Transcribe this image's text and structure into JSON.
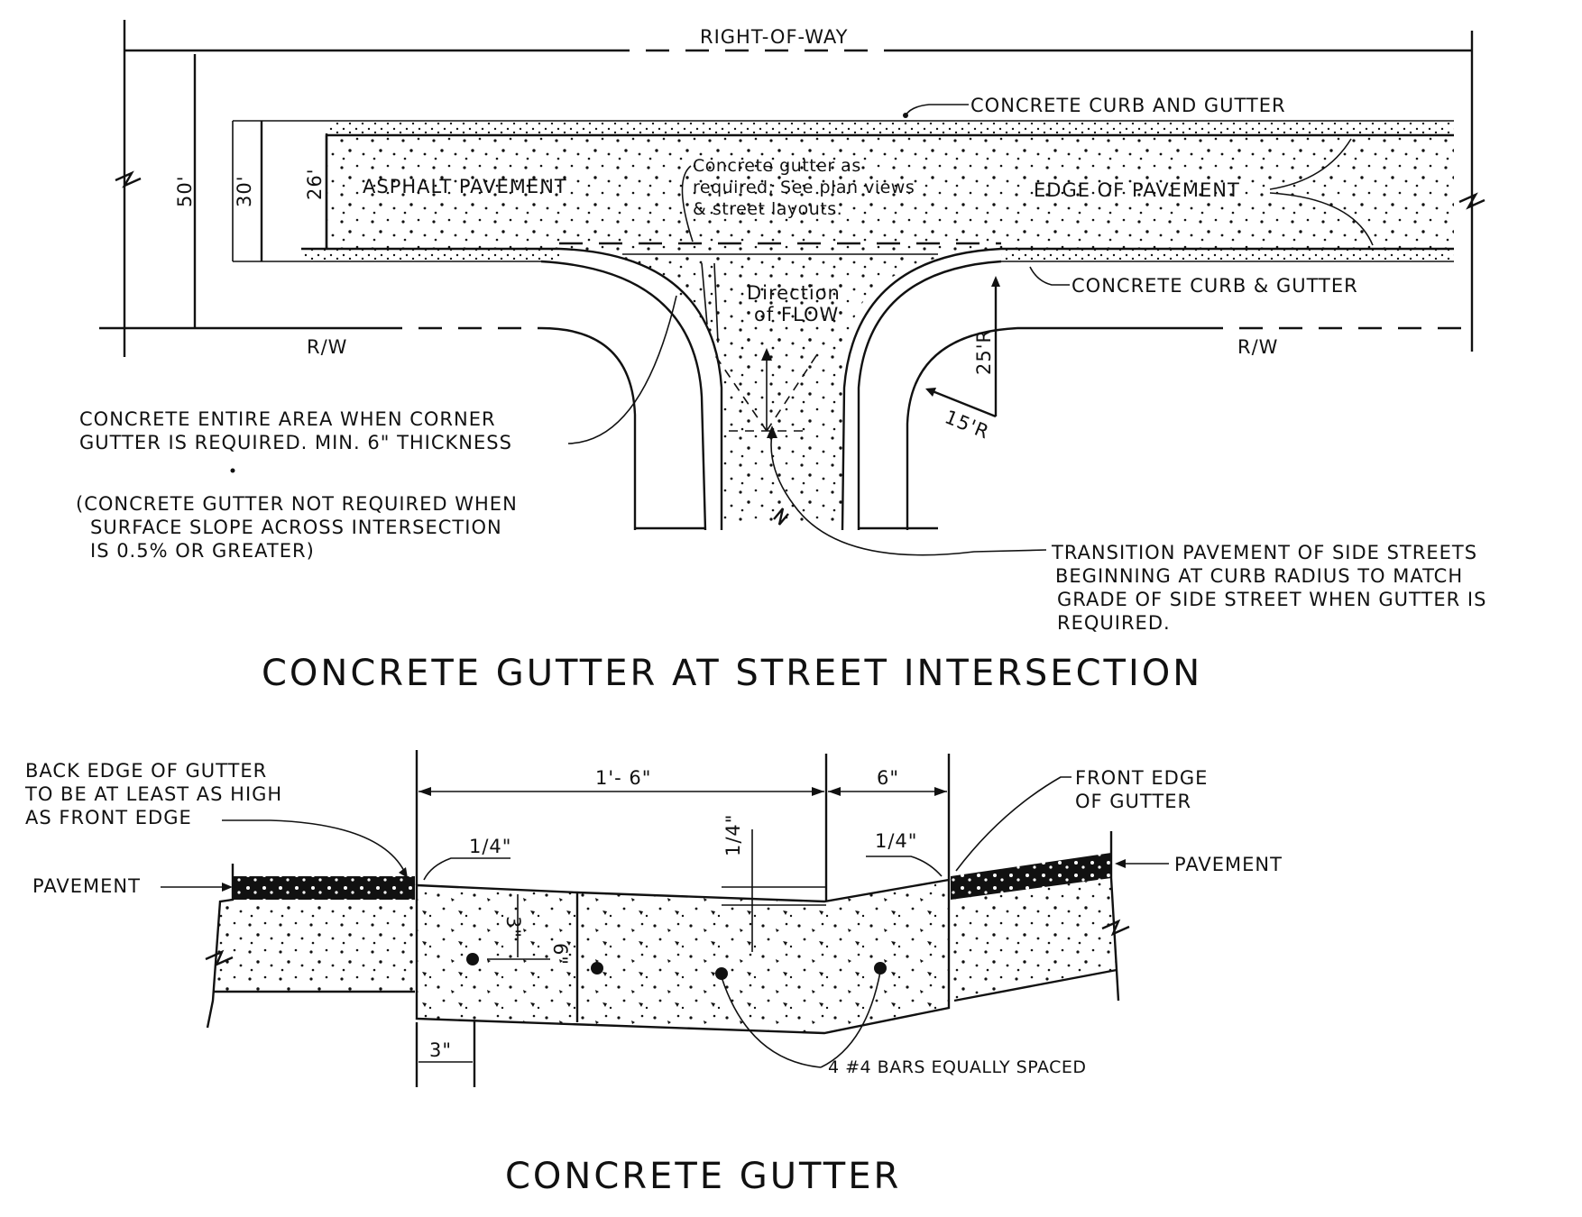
{
  "plan": {
    "title": "CONCRETE GUTTER AT STREET INTERSECTION",
    "right_of_way": "RIGHT-OF-WAY",
    "dim_50": "50'",
    "dim_30": "30'",
    "dim_26": "26'",
    "asphalt_pavement": "ASPHALT PAVEMENT",
    "curb_gutter_top": "CONCRETE CURB AND GUTTER",
    "curb_gutter_bottom": "CONCRETE CURB & GUTTER",
    "edge_of_pavement": "EDGE OF PAVEMENT",
    "gutter_note": [
      "Concrete gutter as",
      "required; See plan views",
      "& street layouts."
    ],
    "direction_of_flow": [
      "Direction",
      "of FLOW"
    ],
    "rw_left": "R/W",
    "rw_right": "R/W",
    "radius_25": "25'R",
    "radius_15": "15'R",
    "concrete_area_note": [
      "CONCRETE ENTIRE AREA WHEN CORNER",
      "GUTTER IS REQUIRED. MIN. 6\" THICKNESS"
    ],
    "slope_note": [
      "(CONCRETE GUTTER NOT REQUIRED WHEN",
      "SURFACE SLOPE ACROSS INTERSECTION",
      "IS 0.5% OR GREATER)"
    ],
    "transition_note": [
      "TRANSITION PAVEMENT OF SIDE STREETS",
      "BEGINNING AT CURB RADIUS TO MATCH",
      "GRADE OF SIDE STREET WHEN GUTTER IS",
      "REQUIRED."
    ]
  },
  "section": {
    "title": "CONCRETE GUTTER",
    "back_edge_note": [
      "BACK EDGE OF GUTTER",
      "TO BE AT LEAST AS HIGH",
      "AS FRONT EDGE"
    ],
    "front_edge_note": [
      "FRONT EDGE",
      "OF GUTTER"
    ],
    "pavement_left": "PAVEMENT",
    "pavement_right": "PAVEMENT",
    "dim_1_6": "1'- 6\"",
    "dim_6": "6\"",
    "dim_quarter_left": "1/4\"",
    "dim_quarter_mid": "1/4\"",
    "dim_quarter_right": "1/4\"",
    "dim_3_vertical": "3\"",
    "dim_6_vertical": "6\"",
    "dim_3_bottom": "3\"",
    "bars_note": "4 #4 BARS EQUALLY SPACED"
  }
}
